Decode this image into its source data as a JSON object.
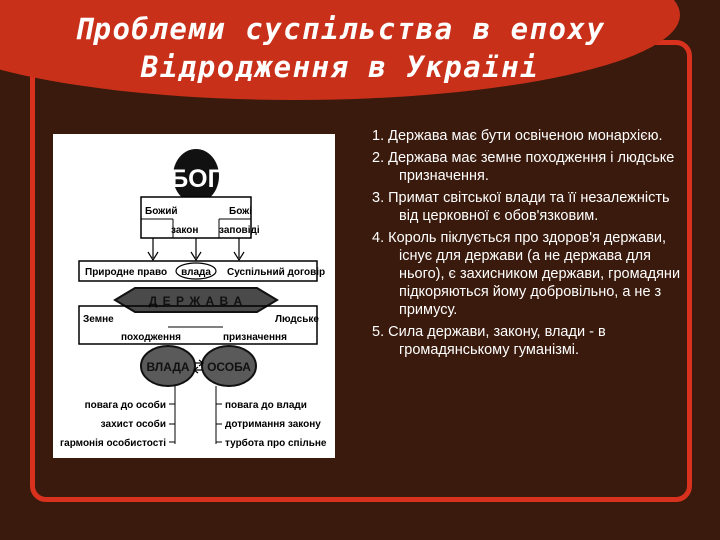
{
  "title": {
    "line1": "Проблеми суспільства в епоху",
    "line2": "Відродження в Україні"
  },
  "diagram": {
    "top_box": "БОГ",
    "left_divine": [
      "Божий",
      "закон"
    ],
    "right_divine": [
      "Божі",
      "заповіді"
    ],
    "natural_law": "Природне право",
    "power": "влада",
    "social_contract": "Суспільний договір",
    "state": "Д Е Р Ж А В А",
    "earthly": [
      "Земне",
      "походження"
    ],
    "human": [
      "Людське",
      "призначення"
    ],
    "authority": "ВЛАДА",
    "person": "ОСОБА",
    "left_values": [
      "повага до особи",
      "захист особи",
      "гармонія особистості"
    ],
    "right_values": [
      "повага до влади",
      "дотримання закону",
      "турбота про спільне"
    ]
  },
  "points": [
    "1. Держава має бути освіченою монархією.",
    "2. Держава має земне походження і людське призначення.",
    "3. Примат світської влади та її незалежність від церковної є обов'язковим.",
    "4. Король піклується про здоров'я держави, існує для держави (а не держава для нього), є захисником держави, громадяни підкоряються йому добровільно, а не з примусу.",
    "5. Сила держави, закону, влади - в громадянському гуманізмі."
  ],
  "colors": {
    "background": "#3a1a0c",
    "accent_red": "#c8301a",
    "frame_red": "#d8321e",
    "text": "#ffffff"
  }
}
